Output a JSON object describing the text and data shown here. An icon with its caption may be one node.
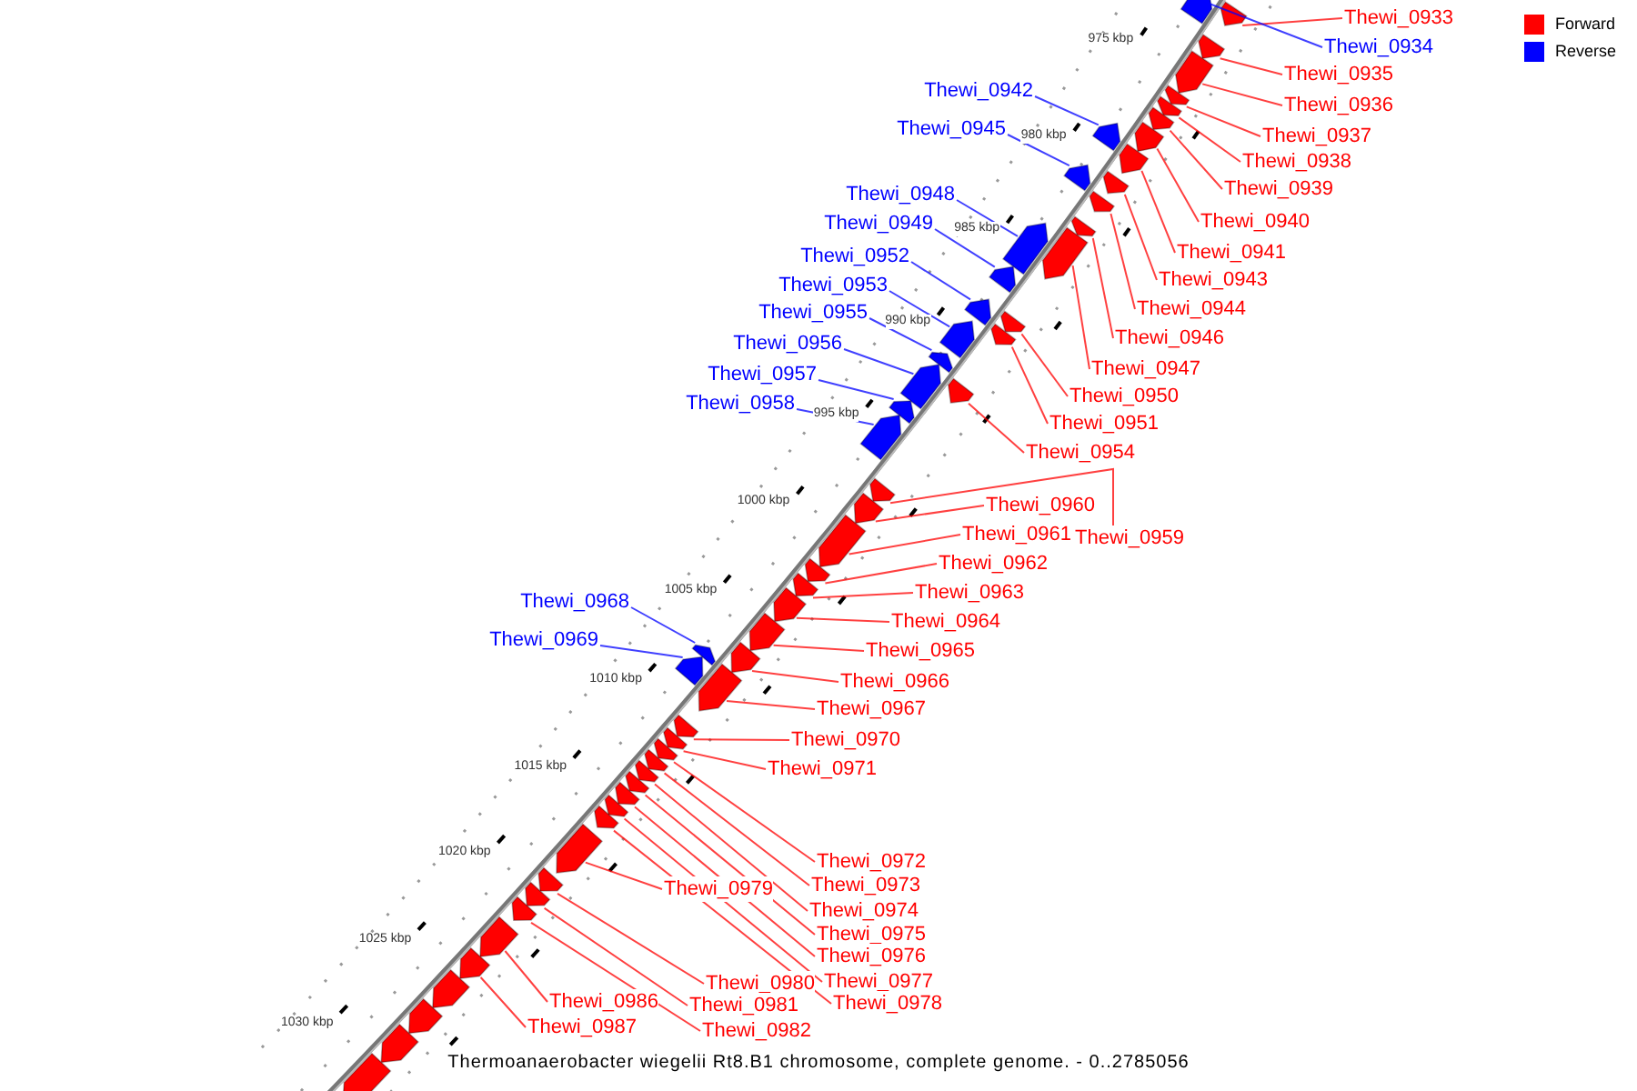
{
  "diagram": {
    "caption": "Thermoanaerobacter wiegelii Rt8.B1 chromosome, complete genome. - 0..2785056",
    "nodes": [
      {
        "text": [
          "Thewi_0933"
        ]
      },
      {
        "text": [],
        "shape": "arrow"
      },
      {
        "text": [
          "Thewi_0934"
        ]
      },
      {
        "text": [],
        "shape": "arrow"
      },
      {
        "text": [
          "Thewi_0935"
        ]
      },
      {
        "text": [],
        "shape": "arrow"
      },
      {
        "text": [
          "Thewi_0936"
        ]
      },
      {
        "text": [],
        "shape": "arrow"
      },
      {
        "text": [
          "Thewi_0937"
        ]
      },
      {
        "text": [],
        "shape": "arrow"
      },
      {
        "text": [
          "Thewi_0938"
        ]
      },
      {
        "text": [],
        "shape": "arrow"
      },
      {
        "text": [
          "Thewi_0939"
        ]
      },
      {
        "text": [],
        "shape": "arrow"
      },
      {
        "text": [
          "Thewi_0940"
        ]
      },
      {
        "text": [],
        "shape": "arrow"
      },
      {
        "text": [
          "Thewi_0941"
        ]
      },
      {
        "text": [],
        "shape": "arrow"
      },
      {
        "text": [
          "Thewi_0942"
        ]
      },
      {
        "text": [],
        "shape": "arrow"
      },
      {
        "text": [
          "Thewi_0943"
        ]
      },
      {
        "text": [],
        "shape": "arrow"
      },
      {
        "text": [
          "Thewi_0944"
        ]
      },
      {
        "text": [],
        "shape": "arrow"
      },
      {
        "text": [
          "Thewi_0945"
        ]
      },
      {
        "text": [],
        "shape": "arrow"
      },
      {
        "text": [
          "Thewi_0946"
        ]
      },
      {
        "text": [],
        "shape": "arrow"
      },
      {
        "text": [
          "Thewi_0947"
        ]
      },
      {
        "text": [],
        "shape": "arrow"
      },
      {
        "text": [
          "Thewi_0948"
        ]
      },
      {
        "text": [],
        "shape": "arrow"
      },
      {
        "text": [
          "Thewi_0949"
        ]
      },
      {
        "text": [],
        "shape": "arrow"
      },
      {
        "text": [
          "Thewi_0950"
        ]
      },
      {
        "text": [],
        "shape": "arrow"
      },
      {
        "text": [
          "Thewi_0951"
        ]
      },
      {
        "text": [],
        "shape": "arrow"
      },
      {
        "text": [
          "Thewi_0952"
        ]
      },
      {
        "text": [],
        "shape": "arrow"
      },
      {
        "text": [
          "Thewi_0953"
        ]
      },
      {
        "text": [],
        "shape": "arrow"
      },
      {
        "text": [
          "Thewi_0954"
        ]
      },
      {
        "text": [],
        "shape": "arrow"
      },
      {
        "text": [
          "Thewi_0955"
        ]
      },
      {
        "text": [],
        "shape": "arrow"
      },
      {
        "text": [
          "Thewi_0956"
        ]
      },
      {
        "text": [],
        "shape": "arrow"
      },
      {
        "text": [
          "Thewi_0957"
        ]
      },
      {
        "text": [],
        "shape": "arrow"
      },
      {
        "text": [
          "Thewi_0958"
        ]
      },
      {
        "text": [],
        "shape": "arrow"
      },
      {
        "text": [
          "Thewi_0959"
        ]
      },
      {
        "text": [],
        "shape": "arrow"
      },
      {
        "text": [
          "Thewi_0960"
        ]
      },
      {
        "text": [],
        "shape": "arrow"
      },
      {
        "text": [
          "Thewi_0961"
        ]
      },
      {
        "text": [],
        "shape": "arrow"
      },
      {
        "text": [
          "Thewi_0962"
        ]
      },
      {
        "text": [],
        "shape": "arrow"
      },
      {
        "text": [
          "Thewi_0963"
        ]
      },
      {
        "text": [],
        "shape": "arrow"
      },
      {
        "text": [
          "Thewi_0964"
        ]
      },
      {
        "text": [],
        "shape": "arrow"
      },
      {
        "text": [
          "Thewi_0965"
        ]
      },
      {
        "text": [],
        "shape": "arrow"
      },
      {
        "text": [
          "Thewi_0966"
        ]
      },
      {
        "text": [],
        "shape": "arrow"
      },
      {
        "text": [
          "Thewi_0967"
        ]
      },
      {
        "text": [],
        "shape": "arrow"
      },
      {
        "text": [
          "Thewi_0968"
        ]
      },
      {
        "text": [],
        "shape": "arrow"
      },
      {
        "text": [
          "Thewi_0969"
        ]
      },
      {
        "text": [],
        "shape": "arrow"
      },
      {
        "text": [
          "Thewi_0970"
        ]
      },
      {
        "text": [],
        "shape": "arrow"
      },
      {
        "text": [
          "Thewi_0971"
        ]
      },
      {
        "text": [],
        "shape": "arrow"
      },
      {
        "text": [
          "Thewi_0972"
        ]
      },
      {
        "text": [],
        "shape": "arrow"
      },
      {
        "text": [
          "Thewi_0973"
        ]
      },
      {
        "text": [],
        "shape": "arrow"
      },
      {
        "text": [
          "Thewi_0974"
        ]
      },
      {
        "text": [],
        "shape": "arrow"
      },
      {
        "text": [
          "Thewi_0975"
        ]
      },
      {
        "text": [],
        "shape": "arrow"
      },
      {
        "text": [
          "Thewi_0976"
        ]
      },
      {
        "text": [],
        "shape": "arrow"
      },
      {
        "text": [
          "Thewi_0977"
        ]
      },
      {
        "text": [],
        "shape": "arrow"
      },
      {
        "text": [
          "Thewi_0978"
        ]
      },
      {
        "text": [],
        "shape": "arrow"
      },
      {
        "text": [
          "Thewi_0979"
        ]
      },
      {
        "text": [],
        "shape": "arrow"
      },
      {
        "text": [
          "Thewi_0980"
        ]
      },
      {
        "text": [],
        "shape": "arrow"
      },
      {
        "text": [
          "Thewi_0981"
        ]
      },
      {
        "text": [],
        "shape": "arrow"
      },
      {
        "text": [
          "Thewi_0982"
        ]
      },
      {
        "text": [],
        "shape": "arrow"
      },
      {
        "text": [
          "Thewi_0986"
        ]
      },
      {
        "text": [],
        "shape": "arrow"
      },
      {
        "text": [
          "Thewi_0987"
        ]
      },
      {
        "text": [],
        "shape": "arrow"
      },
      {
        "text": [],
        "shape": "arrow"
      },
      {
        "text": [],
        "shape": "arrow"
      },
      {
        "text": [],
        "shape": "arrow"
      },
      {
        "text": [],
        "shape": "arrow"
      }
    ],
    "edges": [
      {
        "from": 0,
        "to": 1,
        "arrow": "none"
      },
      {
        "from": 2,
        "to": 3,
        "arrow": "none",
        "color": "#0000ff"
      },
      {
        "from": 4,
        "to": 5,
        "arrow": "none"
      },
      {
        "from": 6,
        "to": 7,
        "arrow": "none"
      },
      {
        "from": 8,
        "to": 9,
        "arrow": "none"
      },
      {
        "from": 10,
        "to": 11,
        "arrow": "none"
      },
      {
        "from": 12,
        "to": 13,
        "arrow": "none"
      },
      {
        "from": 14,
        "to": 15,
        "arrow": "none"
      },
      {
        "from": 16,
        "to": 17,
        "arrow": "none"
      },
      {
        "from": 18,
        "to": 19,
        "arrow": "none",
        "color": "#0000ff"
      },
      {
        "from": 20,
        "to": 21,
        "arrow": "none"
      },
      {
        "from": 22,
        "to": 23,
        "arrow": "none"
      },
      {
        "from": 24,
        "to": 25,
        "arrow": "none",
        "color": "#0000ff"
      },
      {
        "from": 26,
        "to": 27,
        "arrow": "none"
      },
      {
        "from": 28,
        "to": 29,
        "arrow": "none"
      },
      {
        "from": 30,
        "to": 31,
        "arrow": "none",
        "color": "#0000ff"
      },
      {
        "from": 32,
        "to": 33,
        "arrow": "none",
        "color": "#0000ff"
      },
      {
        "from": 34,
        "to": 35,
        "arrow": "none"
      },
      {
        "from": 36,
        "to": 37,
        "arrow": "none"
      },
      {
        "from": 38,
        "to": 39,
        "arrow": "none",
        "color": "#0000ff"
      },
      {
        "from": 40,
        "to": 41,
        "arrow": "none",
        "color": "#0000ff"
      },
      {
        "from": 42,
        "to": 43,
        "arrow": "none"
      },
      {
        "from": 44,
        "to": 45,
        "arrow": "none",
        "color": "#0000ff"
      },
      {
        "from": 46,
        "to": 47,
        "arrow": "none",
        "color": "#0000ff"
      },
      {
        "from": 48,
        "to": 49,
        "arrow": "none",
        "color": "#0000ff"
      },
      {
        "from": 50,
        "to": 51,
        "arrow": "none",
        "color": "#0000ff"
      },
      {
        "from": 52,
        "to": 53,
        "arrow": "none"
      },
      {
        "from": 54,
        "to": 55,
        "arrow": "none"
      },
      {
        "from": 56,
        "to": 57,
        "arrow": "none"
      },
      {
        "from": 58,
        "to": 59,
        "arrow": "none"
      },
      {
        "from": 60,
        "to": 61,
        "arrow": "none"
      },
      {
        "from": 62,
        "to": 63,
        "arrow": "none"
      },
      {
        "from": 64,
        "to": 65,
        "arrow": "none"
      },
      {
        "from": 66,
        "to": 67,
        "arrow": "none"
      },
      {
        "from": 68,
        "to": 69,
        "arrow": "none"
      },
      {
        "from": 70,
        "to": 71,
        "arrow": "none",
        "color": "#0000ff"
      },
      {
        "from": 72,
        "to": 73,
        "arrow": "none",
        "color": "#0000ff"
      },
      {
        "from": 74,
        "to": 75,
        "arrow": "none"
      },
      {
        "from": 76,
        "to": 77,
        "arrow": "none"
      },
      {
        "from": 78,
        "to": 79,
        "arrow": "none"
      },
      {
        "from": 80,
        "to": 81,
        "arrow": "none"
      },
      {
        "from": 82,
        "to": 83,
        "arrow": "none"
      },
      {
        "from": 84,
        "to": 85,
        "arrow": "none"
      },
      {
        "from": 86,
        "to": 87,
        "arrow": "none"
      },
      {
        "from": 88,
        "to": 89,
        "arrow": "none"
      },
      {
        "from": 90,
        "to": 91,
        "arrow": "none"
      },
      {
        "from": 92,
        "to": 93,
        "arrow": "none"
      },
      {
        "from": 94,
        "to": 95,
        "arrow": "none"
      },
      {
        "from": 96,
        "to": 97,
        "arrow": "none"
      },
      {
        "from": 98,
        "to": 99,
        "arrow": "none"
      },
      {
        "from": 100,
        "to": 101,
        "arrow": "none"
      },
      {
        "from": 102,
        "to": 103,
        "arrow": "none"
      }
    ],
    "labels": [
      "975 kbp",
      "980 kbp",
      "985 kbp",
      "990 kbp",
      "995 kbp",
      "1000 kbp",
      "1005 kbp",
      "1010 kbp",
      "1015 kbp",
      "1020 kbp",
      "1025 kbp",
      "1030 kbp"
    ],
    "legend": [
      {
        "text": "Forward",
        "color": "#ff0000"
      },
      {
        "text": "Reverse",
        "color": "#0000ff"
      }
    ]
  }
}
